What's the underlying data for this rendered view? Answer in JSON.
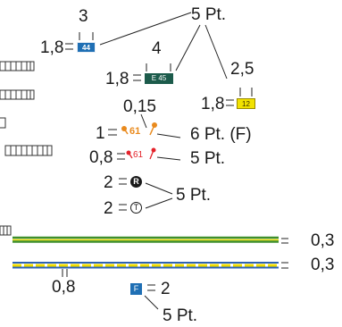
{
  "labels": {
    "gap_44": "3",
    "pt_top": "5 Pt.",
    "h_44": "1,8",
    "gap_e45": "4",
    "h_e45": "1,8",
    "gap_12": "2,5",
    "h_12": "1,8",
    "gap_61": "0,15",
    "h_61o": "1",
    "pt_61o": "6 Pt. (F)",
    "h_61r": "0,8",
    "pt_61r": "5 Pt.",
    "h_R": "2",
    "h_T": "2",
    "pt_RT": "5 Pt.",
    "w_line1": "0,3",
    "w_line2": "0,3",
    "gap_line2": "0,8",
    "h_F": "2",
    "pt_F": "5 Pt."
  },
  "badges": {
    "b44": "44",
    "e45": "E 45",
    "b12": "12",
    "o61": "61",
    "r61": "61",
    "R": "R",
    "T": "T",
    "F": "F"
  },
  "colors": {
    "blue": "#1f6fb4",
    "dark_green": "#1c5b4b",
    "yellow": "#f2e200",
    "orange": "#e98a1d",
    "red": "#e4222a",
    "line_green": "#3f8f2b",
    "line_yellow": "#f0dc00",
    "line_blue": "#2d63b5"
  }
}
